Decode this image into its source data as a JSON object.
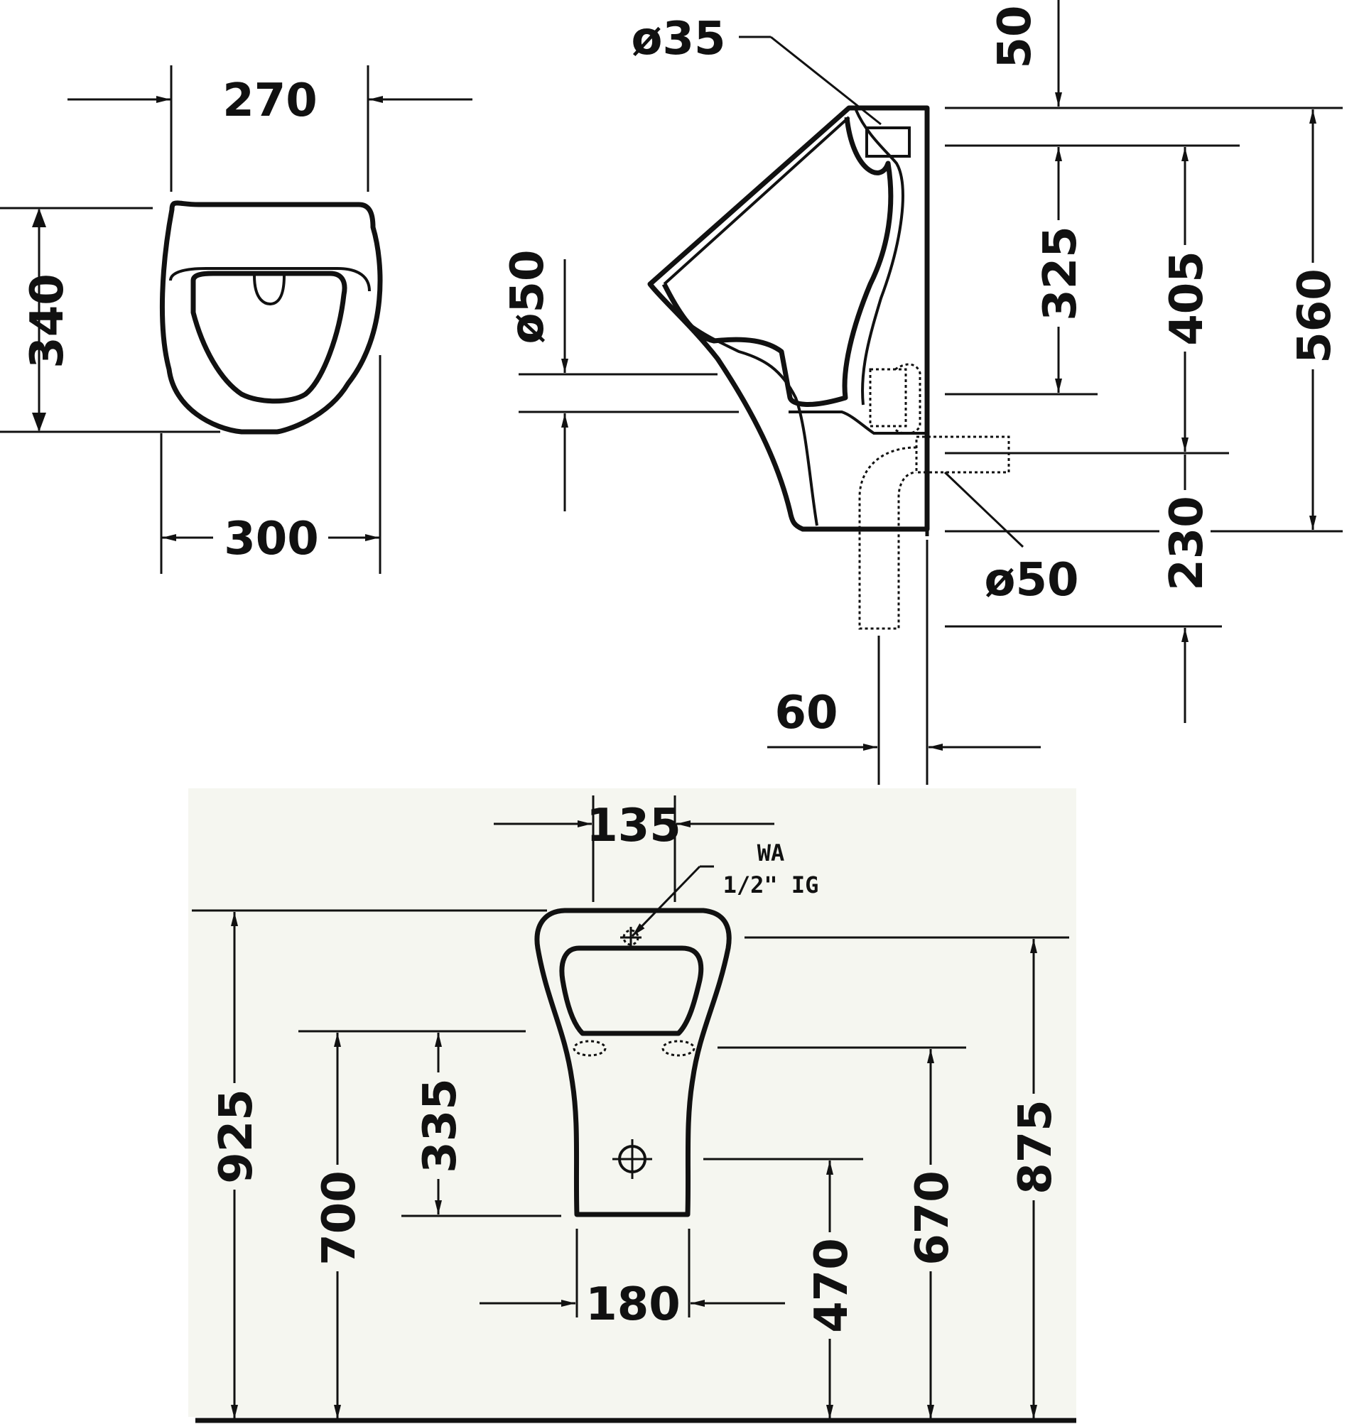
{
  "dimensions": {
    "top_width_270": "270",
    "top_depth_340": "340",
    "top_width_300": "300",
    "dia_35": "ø35",
    "dim_50": "50",
    "dia_50_inlet": "ø50",
    "dim_325": "325",
    "dim_405": "405",
    "dim_560": "560",
    "dia_50_outlet": "ø50",
    "dim_230": "230",
    "dim_60": "60",
    "dim_135": "135",
    "dim_925": "925",
    "dim_700": "700",
    "dim_335": "335",
    "dim_180": "180",
    "dim_470": "470",
    "dim_670": "670",
    "dim_875": "875"
  },
  "notes": {
    "water_inlet_line1": "WA",
    "water_inlet_line2": "1/2\" IG"
  },
  "colors": {
    "line": "#111111",
    "background": "#ffffff",
    "wall_panel": "#f5f6f0"
  }
}
